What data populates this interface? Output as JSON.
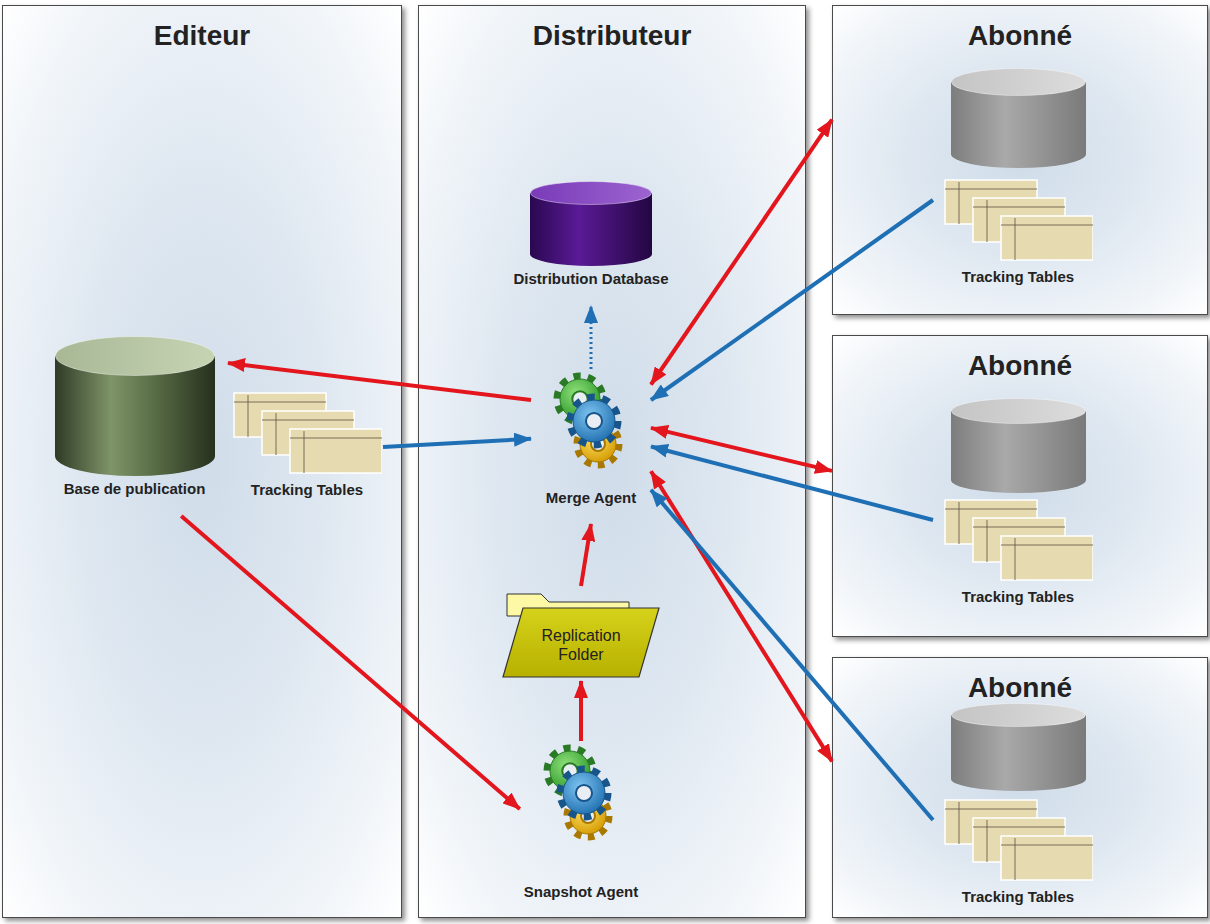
{
  "diagram": {
    "nodes": [
      {
        "text": [
          "Editeur"
        ]
      },
      {
        "text": [
          "Base de publication"
        ],
        "in": 0
      },
      {
        "text": [
          "Tracking Tables"
        ],
        "in": 0
      },
      {
        "text": [
          "Distributeur"
        ]
      },
      {
        "text": [
          "Distribution Database"
        ],
        "in": 3
      },
      {
        "text": [
          "Merge Agent"
        ],
        "in": 3
      },
      {
        "text": [
          "Replication Folder"
        ],
        "in": 3
      },
      {
        "text": [
          "Snapshot Agent"
        ],
        "in": 3
      },
      {
        "text": [
          "Abonné"
        ]
      },
      {
        "text": [
          "Tracking Tables"
        ],
        "in": 8
      },
      {
        "text": [
          "Abonné"
        ]
      },
      {
        "text": [
          "Tracking Tables"
        ],
        "in": 10
      },
      {
        "text": [
          "Abonné"
        ]
      },
      {
        "text": [
          "Tracking Tables"
        ],
        "in": 12
      }
    ],
    "edges": [
      {
        "from": 5,
        "to": 1,
        "arrow": "to"
      },
      {
        "from": 2,
        "to": 5,
        "arrow": "to"
      },
      {
        "from": 5,
        "to": 4,
        "arrow": "to"
      },
      {
        "from": 1,
        "to": 7,
        "arrow": "to"
      },
      {
        "from": 7,
        "to": 6,
        "arrow": "to"
      },
      {
        "from": 6,
        "to": 5,
        "arrow": "to"
      },
      {
        "from": 5,
        "to": 8,
        "arrow": "both"
      },
      {
        "from": 9,
        "to": 5,
        "arrow": "to"
      },
      {
        "from": 5,
        "to": 10,
        "arrow": "both"
      },
      {
        "from": 11,
        "to": 5,
        "arrow": "to"
      },
      {
        "from": 5,
        "to": 12,
        "arrow": "both"
      },
      {
        "from": 13,
        "to": 5,
        "arrow": "to"
      }
    ]
  }
}
